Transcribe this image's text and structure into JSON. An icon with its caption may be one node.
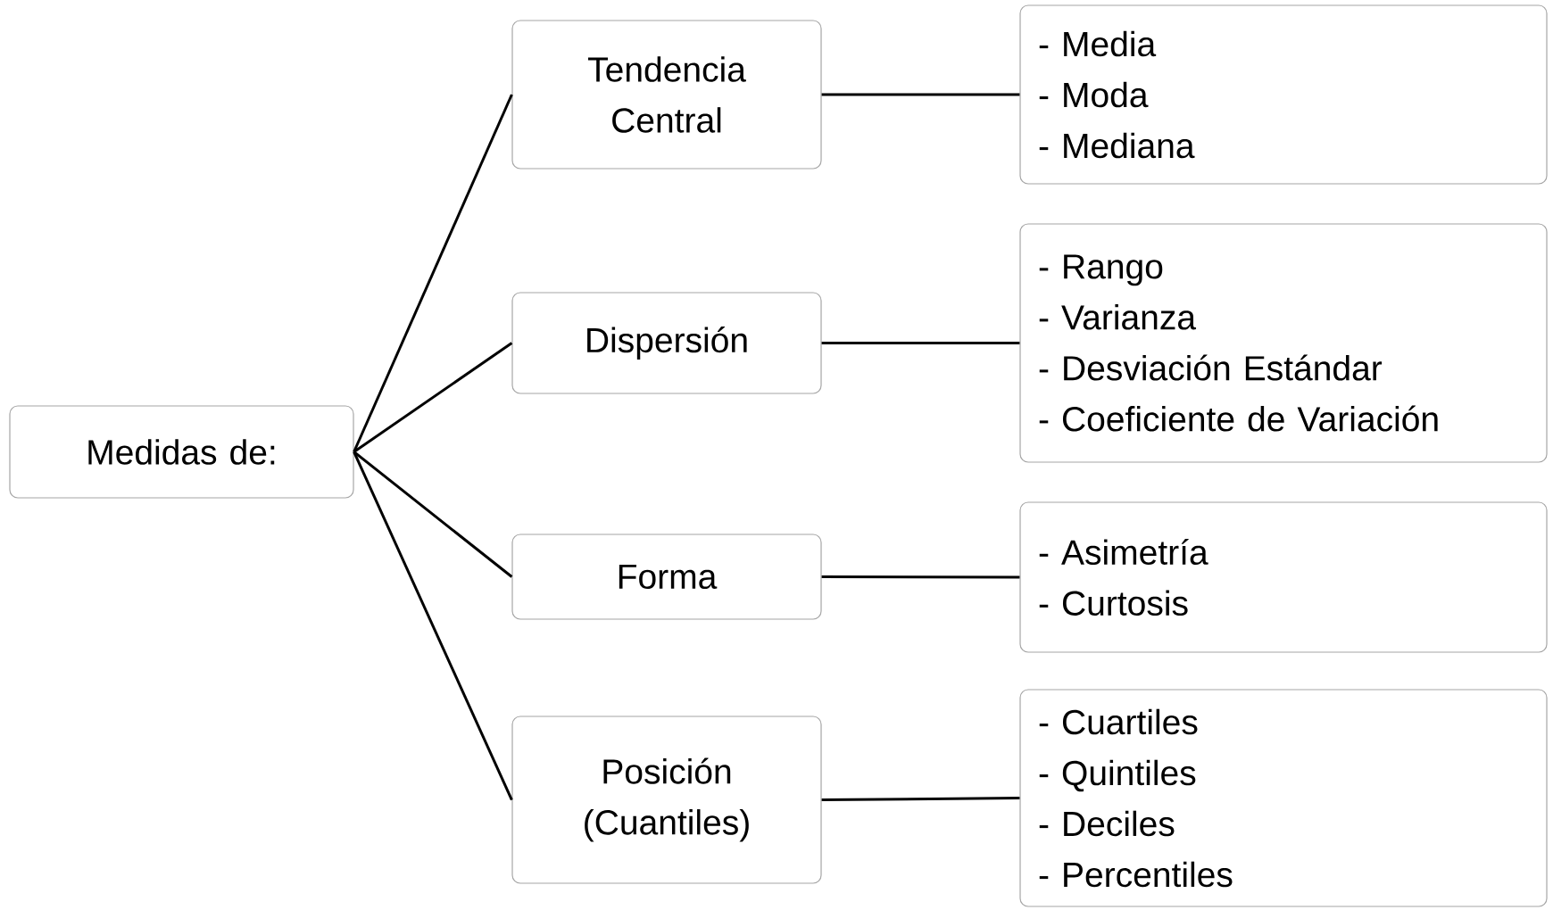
{
  "diagram": {
    "nodes": [
      {
        "text": [
          "Medidas de:"
        ]
      },
      {
        "text": [
          "Tendencia Central"
        ]
      },
      {
        "text": [
          "Dispersión"
        ]
      },
      {
        "text": [
          "Forma"
        ]
      },
      {
        "text": [
          "Posición (Cuantiles)"
        ]
      },
      {
        "text": [
          "- Media",
          "- Moda",
          "- Mediana"
        ]
      },
      {
        "text": [
          "- Rango",
          "- Varianza",
          "- Desviación Estándar",
          "- Coeficiente de Variación"
        ]
      },
      {
        "text": [
          "- Asimetría",
          "- Curtosis"
        ]
      },
      {
        "text": [
          "- Cuartiles",
          "- Quintiles",
          "- Deciles",
          "- Percentiles"
        ]
      }
    ],
    "edges": [
      {
        "from": 0,
        "to": 1,
        "arrow": "none"
      },
      {
        "from": 0,
        "to": 2,
        "arrow": "none"
      },
      {
        "from": 0,
        "to": 3,
        "arrow": "none"
      },
      {
        "from": 0,
        "to": 4,
        "arrow": "none"
      },
      {
        "from": 1,
        "to": 5,
        "arrow": "none"
      },
      {
        "from": 2,
        "to": 6,
        "arrow": "none"
      },
      {
        "from": 3,
        "to": 7,
        "arrow": "none"
      },
      {
        "from": 4,
        "to": 8,
        "arrow": "none"
      }
    ]
  }
}
